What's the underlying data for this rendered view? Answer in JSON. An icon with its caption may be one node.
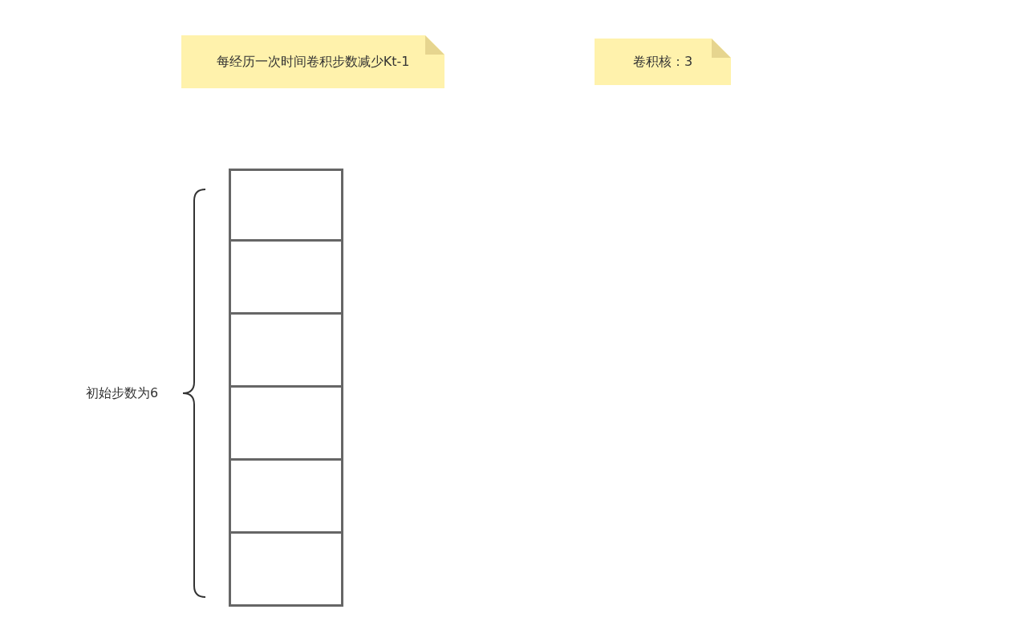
{
  "diagram": {
    "nodes": [
      {
        "text": [
          "每经历一次时间卷积步数减少Kt-1"
        ]
      },
      {
        "text": [
          "卷积核：3"
        ]
      },
      {
        "text": [],
        "shape": "box"
      },
      {
        "text": [],
        "shape": "box"
      },
      {
        "text": [],
        "shape": "box"
      },
      {
        "text": [],
        "shape": "box"
      },
      {
        "text": [],
        "shape": "box"
      },
      {
        "text": [],
        "shape": "box"
      }
    ],
    "labels": [
      "初始步数为6"
    ]
  }
}
